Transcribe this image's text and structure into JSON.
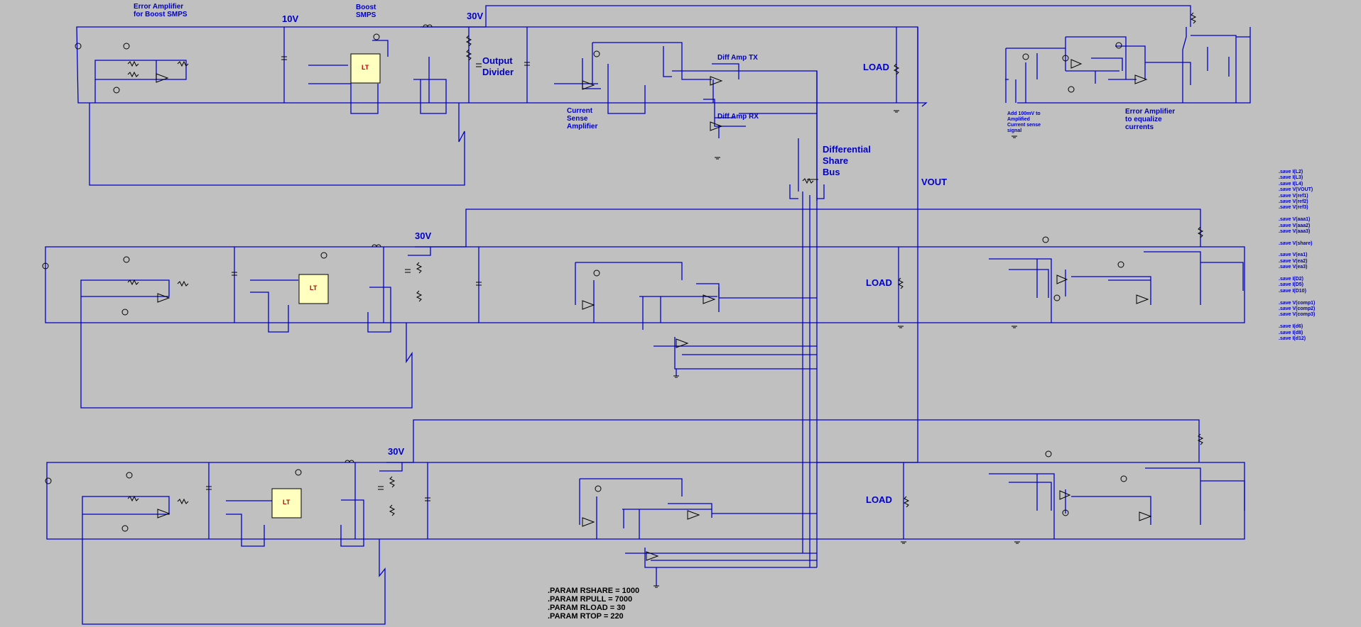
{
  "labels": {
    "error_amp_boost": [
      "Error Amplifier",
      "for Boost SMPS"
    ],
    "v10": "10V",
    "boost_smps": [
      "Boost",
      "SMPS"
    ],
    "v30_top": "30V",
    "output_divider": [
      "Output",
      "Divider"
    ],
    "diff_amp_tx": "Diff Amp TX",
    "diff_amp_rx": "Diff Amp RX",
    "current_sense": [
      "Current",
      "Sense",
      "Amplifier"
    ],
    "load_top": "LOAD",
    "add_100mv": [
      "Add 100mV to",
      "Amplified",
      "Current sense",
      "signal"
    ],
    "error_amp_equalize": [
      "Error Amplifier",
      "to equalize",
      "currents"
    ],
    "differential_share": [
      "Differential",
      "Share",
      "Bus"
    ],
    "vout": "VOUT",
    "v30_mid": "30V",
    "load_mid": "LOAD",
    "v30_bot": "30V",
    "load_bot": "LOAD"
  },
  "directives": [
    ".save I(L2)",
    ".save I(L3)",
    ".save I(L4)",
    ".save V(VOUT)",
    ".save V(ref1)",
    ".save V(ref2)",
    ".save V(ref3)",
    "",
    ".save V(aaa1)",
    ".save V(aaa2)",
    ".save V(aaa3)",
    "",
    ".save V(share)",
    "",
    ".save V(ea1)",
    ".save V(ea2)",
    ".save V(ea3)",
    "",
    ".save I(D2)",
    ".save I(D5)",
    ".save I(D10)",
    "",
    ".save V(comp1)",
    ".save V(comp2)",
    ".save V(comp3)",
    "",
    ".save I(d6)",
    ".save I(d8)",
    ".save I(d12)"
  ],
  "params": [
    ".PARAM RSHARE = 1000",
    ".PARAM RPULL = 7000",
    ".PARAM RLOAD = 30",
    ".PARAM RTOP = 220"
  ],
  "colors": {
    "background": "#c0c0c0",
    "wire": "#0000c8",
    "component": "#000000",
    "ic_fill": "#ffffc0",
    "ic_logo": "#c00000"
  }
}
